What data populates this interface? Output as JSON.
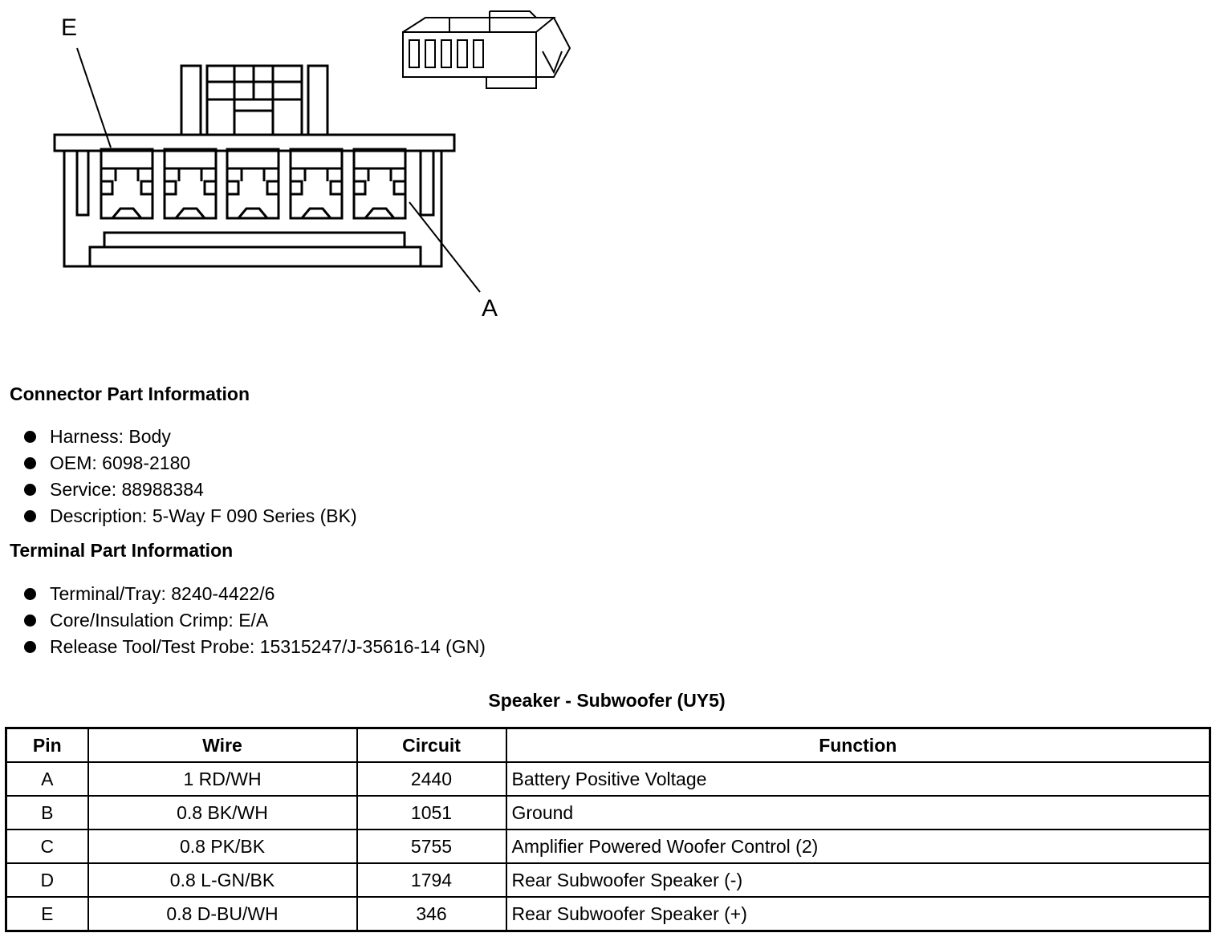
{
  "diagram": {
    "callouts": {
      "top_left": "E",
      "bottom_right": "A"
    }
  },
  "connector_info": {
    "title": "Connector Part Information",
    "items": [
      "Harness: Body",
      "OEM: 6098-2180",
      "Service: 88988384",
      "Description: 5-Way F 090 Series (BK)"
    ]
  },
  "terminal_info": {
    "title": "Terminal Part Information",
    "items": [
      "Terminal/Tray: 8240-4422/6",
      "Core/Insulation Crimp: E/A",
      "Release Tool/Test Probe: 15315247/J-35616-14 (GN)"
    ]
  },
  "pin_table": {
    "title": "Speaker - Subwoofer (UY5)",
    "headers": [
      "Pin",
      "Wire",
      "Circuit",
      "Function"
    ],
    "rows": [
      [
        "A",
        "1 RD/WH",
        "2440",
        "Battery Positive Voltage"
      ],
      [
        "B",
        "0.8 BK/WH",
        "1051",
        "Ground"
      ],
      [
        "C",
        "0.8 PK/BK",
        "5755",
        "Amplifier Powered Woofer Control (2)"
      ],
      [
        "D",
        "0.8 L-GN/BK",
        "1794",
        "Rear Subwoofer Speaker (-)"
      ],
      [
        "E",
        "0.8 D-BU/WH",
        "346",
        "Rear Subwoofer Speaker (+)"
      ]
    ]
  }
}
